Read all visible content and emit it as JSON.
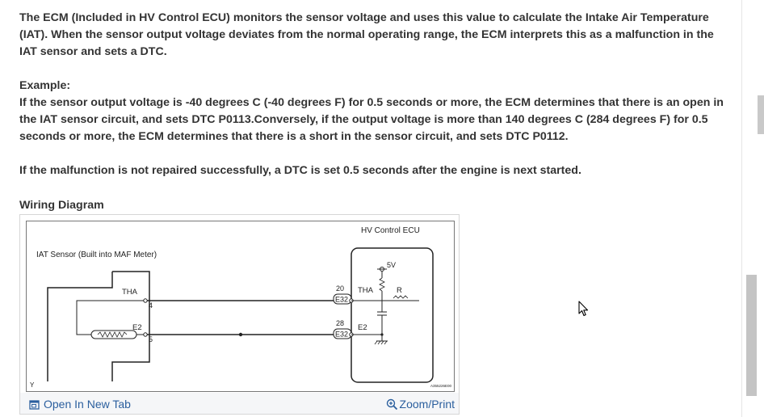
{
  "article": {
    "p1": "The ECM (Included in HV Control ECU) monitors the sensor voltage and uses this value to calculate the Intake Air Temperature (IAT). When the sensor output voltage deviates from the normal operating range, the ECM interprets this as a malfunction in the IAT sensor and sets a DTC.",
    "example_label": "Example:",
    "example_text": "If the sensor output voltage is -40 degrees C (-40 degrees F) for 0.5 seconds or more, the ECM determines that there is an open in the IAT sensor circuit, and sets DTC P0113.Conversely, if the output voltage is more than 140 degrees C (284 degrees F) for 0.5 seconds or more, the ECM determines that there is a short in the sensor circuit, and sets DTC P0112.",
    "p3": "If the malfunction is not repaired successfully, a DTC is set 0.5 seconds after the engine is next started.",
    "section_title": "Wiring Diagram"
  },
  "diagram": {
    "ecu_title": "HV Control ECU",
    "sensor_title": "IAT Sensor (Built into MAF Meter)",
    "tha_left": "THA",
    "e2_left": "E2",
    "pin4": "4",
    "pin5": "5",
    "pin20": "20",
    "pin28": "28",
    "conn1": "E32",
    "conn2": "E32",
    "tha_right": "THA",
    "e2_right": "E2",
    "r_label": "R",
    "v5_label": "5V",
    "corner_y": "Y",
    "figure_code": "A355226E00"
  },
  "footer": {
    "open_tab": "Open In New Tab",
    "zoom": "Zoom/Print"
  },
  "icons": {
    "open_tab": "open-in-new-tab-icon",
    "zoom": "zoom-icon",
    "cursor": "mouse-cursor-icon"
  },
  "colors": {
    "link": "#2b5f9e",
    "text": "#333333"
  }
}
